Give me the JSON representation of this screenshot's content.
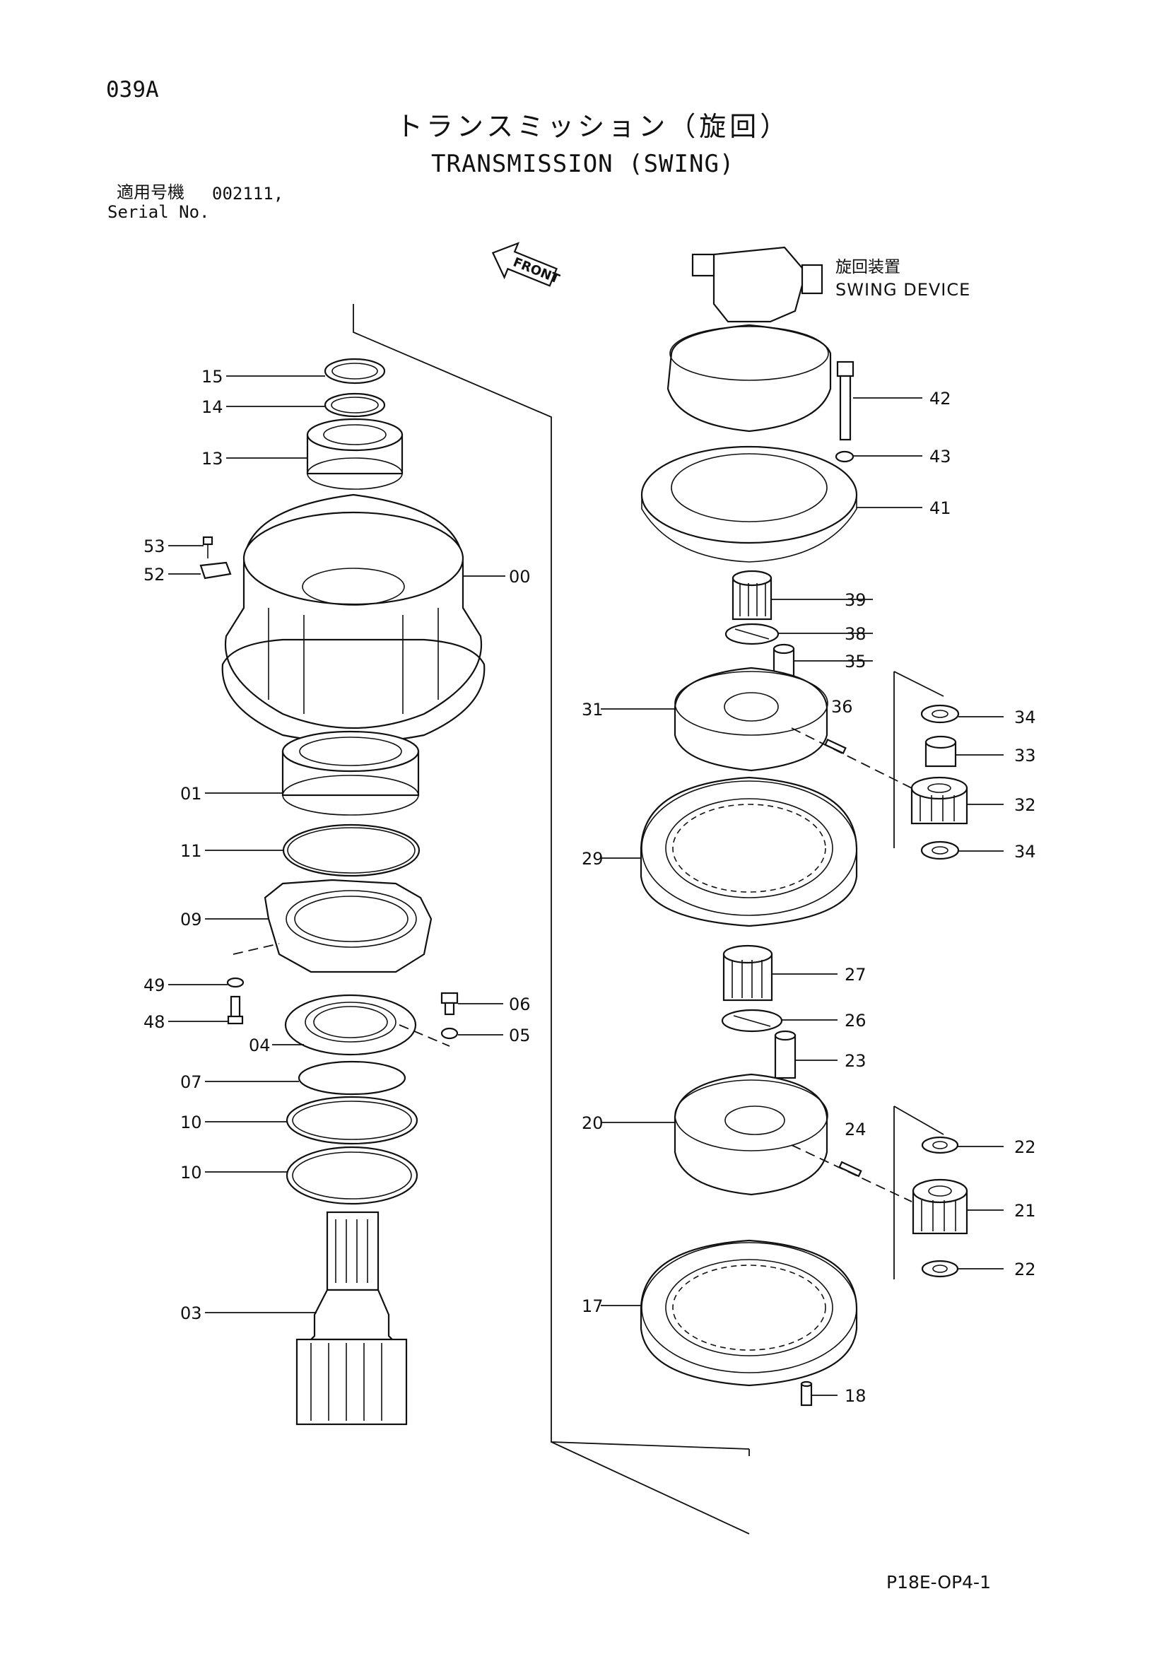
{
  "page_code": "039A",
  "title_jp": "トランスミッション（旋回）",
  "title_en": "TRANSMISSION (SWING)",
  "serial": {
    "label_jp": "適用号機",
    "value": "002111,",
    "label_en": "Serial No."
  },
  "front_label": "FRONT",
  "swing_device": {
    "label_jp": "旋回装置",
    "label_en": "SWING DEVICE"
  },
  "doc_code": "P18E-OP4-1",
  "callouts": [
    "15",
    "14",
    "13",
    "53",
    "52",
    "00",
    "01",
    "11",
    "09",
    "49",
    "48",
    "04",
    "06",
    "05",
    "07",
    "10",
    "10",
    "03",
    "42",
    "43",
    "41",
    "39",
    "38",
    "35",
    "31",
    "36",
    "34",
    "33",
    "32",
    "34",
    "29",
    "27",
    "26",
    "23",
    "20",
    "24",
    "22",
    "21",
    "22",
    "17",
    "18"
  ]
}
